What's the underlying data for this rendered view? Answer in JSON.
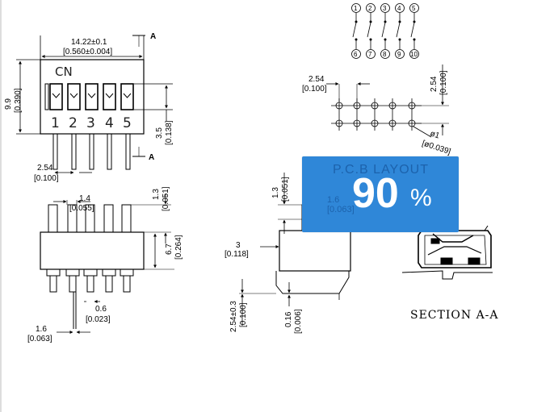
{
  "top_view": {
    "width_mm": "14.22±0.1",
    "width_in": "[0.560±0.004]",
    "section_mark_top": "A",
    "section_mark_bottom": "A",
    "label_cn": "CN",
    "switch_numbers": [
      "1",
      "2",
      "3",
      "4",
      "5"
    ],
    "height_mm": "9.9",
    "height_in": "[0.390]",
    "row_mm": "3.5",
    "row_in": "[0.138]",
    "pitch_mm": "2.54",
    "pitch_in": "[0.100]"
  },
  "side_view": {
    "act_w_mm": "1.4",
    "act_w_in": "[0.055]",
    "act_h_mm": "1.3",
    "act_h_in": "[0.051]",
    "body_h_mm": "6.7",
    "body_h_in": "[0.264]",
    "pin_w_mm": "0.6",
    "pin_w_in": "[0.023]",
    "pin_off_mm": "1.6",
    "pin_off_in": "[0.063]"
  },
  "schematic": {
    "top_pins": [
      "1",
      "2",
      "3",
      "4",
      "5"
    ],
    "bottom_pins": [
      "6",
      "7",
      "8",
      "9",
      "10"
    ]
  },
  "pcb_layout": {
    "pitch_x_mm": "2.54",
    "pitch_x_in": "[0.100]",
    "pitch_y_mm": "2.54",
    "pitch_y_in": "[0.100]",
    "hole_mm": "ø1",
    "hole_in": "[ø0.039]"
  },
  "section": {
    "act_h_mm": "1.3",
    "act_h_in": "[0.051]",
    "hidden_mm": "1.6",
    "hidden_in": "[0.063]",
    "body_mm": "3",
    "body_in": "[0.118]",
    "lead_mm": "2.54±0.3",
    "lead_in": "[0.100]",
    "lead_t_mm": "0.16",
    "lead_t_in": "[0.006]",
    "title": "SECTION A-A"
  },
  "badge": {
    "title": "P.C.B LAYOUT",
    "value": "90",
    "unit": "%",
    "color": "#2f87d8"
  }
}
